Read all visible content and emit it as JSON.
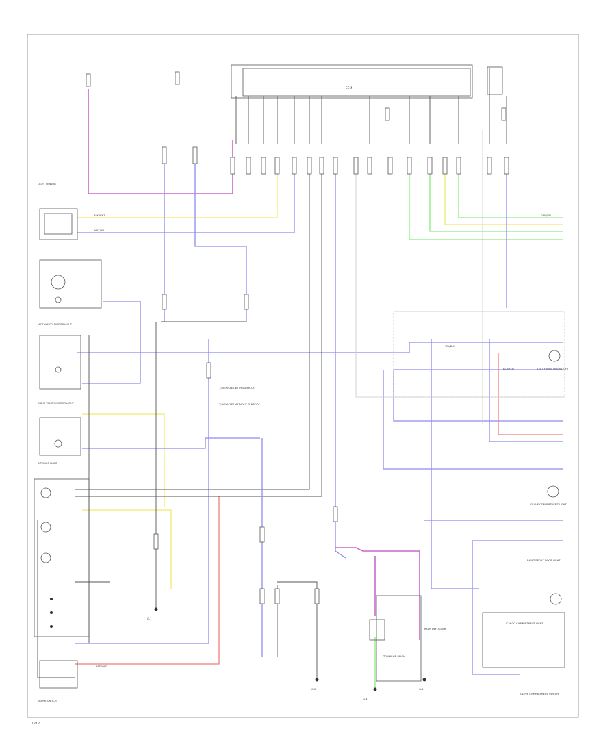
{
  "diagram": {
    "component_labels": [
      {
        "id": "ecm",
        "text": "ECM"
      },
      {
        "id": "trunk-relay",
        "text": "TRUNK LID RELAY"
      },
      {
        "id": "light-sensor",
        "text": "LIGHT SENSOR"
      },
      {
        "id": "left-vanity",
        "text": "LEFT VANITY MIRROR LIGHT"
      },
      {
        "id": "right-vanity",
        "text": "RIGHT VANITY MIRROR LIGHT"
      },
      {
        "id": "interior-light",
        "text": "INTERIOR LIGHT"
      },
      {
        "id": "trunk-switch",
        "text": "TRUNK SWITCH"
      },
      {
        "id": "left-door-light",
        "text": "LEFT FRONT DOOR LIGHT"
      },
      {
        "id": "glove-light",
        "text": "GLOVE COMPARTMENT LIGHT"
      },
      {
        "id": "right-door-light",
        "text": "RIGHT FRONT DOOR LIGHT"
      },
      {
        "id": "cargo-light",
        "text": "CARGO COMPARTMENT LIGHT"
      },
      {
        "id": "glove-switch",
        "text": "GLOVE COMPARTMENT SWITCH"
      },
      {
        "id": "rear-defogger",
        "text": "REAR DEFOGGER"
      },
      {
        "id": "ground-1",
        "text": "G-1"
      },
      {
        "id": "ground-2",
        "text": "G-2"
      },
      {
        "id": "ground-3",
        "text": "G-3"
      },
      {
        "id": "ground-4",
        "text": "G-4"
      }
    ],
    "wire_labels": [
      {
        "id": "wl-1",
        "text": "BLK/WHT"
      },
      {
        "id": "wl-2",
        "text": "WHT/BLU"
      },
      {
        "id": "wl-3",
        "text": "YEL/BLU"
      },
      {
        "id": "wl-4",
        "text": "GRN/YEL"
      },
      {
        "id": "wl-5",
        "text": "BLU/RED"
      },
      {
        "id": "wl-6",
        "text": "RED/WHT"
      }
    ],
    "notes": [
      {
        "id": "note-1",
        "text": "1) VEHICLES WITH SUNROOF"
      },
      {
        "id": "note-2",
        "text": "2) VEHICLES WITHOUT SUNROOF"
      }
    ],
    "page_number": "1 of 2"
  }
}
